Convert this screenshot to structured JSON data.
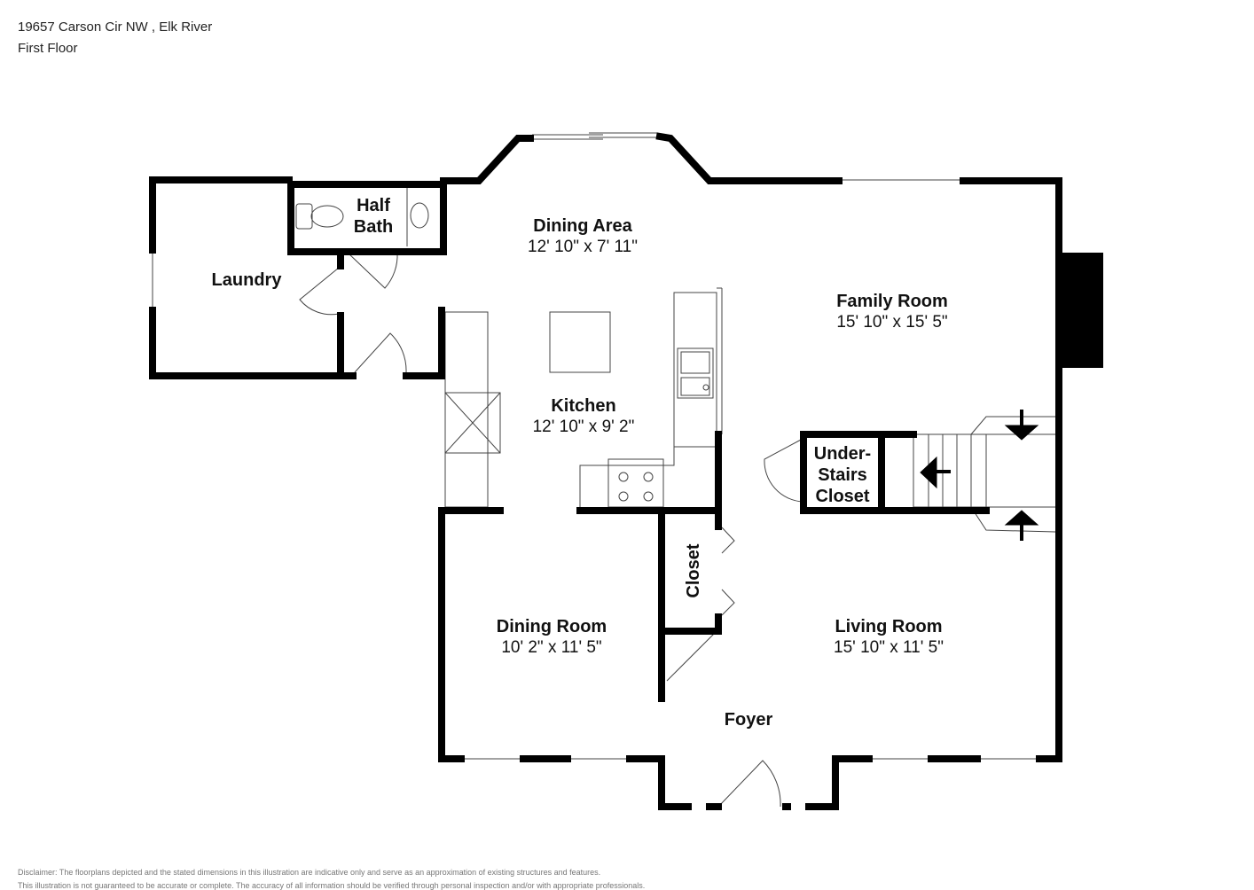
{
  "header": {
    "address": "19657 Carson Cir NW , Elk River",
    "floor": "First Floor"
  },
  "rooms": {
    "half_bath": {
      "line1": "Half",
      "line2": "Bath"
    },
    "laundry": {
      "name": "Laundry"
    },
    "dining_area": {
      "name": "Dining Area",
      "dims": "12' 10\" x 7' 11\""
    },
    "family_room": {
      "name": "Family Room",
      "dims": "15' 10\" x 15' 5\""
    },
    "kitchen": {
      "name": "Kitchen",
      "dims": "12' 10\" x 9' 2\""
    },
    "under_stairs": {
      "line1": "Under-",
      "line2": "Stairs",
      "line3": "Closet"
    },
    "closet": {
      "name": "Closet"
    },
    "dining_room": {
      "name": "Dining Room",
      "dims": "10' 2\" x 11' 5\""
    },
    "living_room": {
      "name": "Living Room",
      "dims": "15' 10\" x 11' 5\""
    },
    "foyer": {
      "name": "Foyer"
    }
  },
  "disclaimer": {
    "line1": "Disclaimer: The floorplans depicted and the stated dimensions in this illustration are indicative only and serve as an approximation of existing structures and features.",
    "line2": "This illustration is not guaranteed to be accurate or complete. The accuracy of all information should be verified through personal inspection and/or with appropriate professionals."
  }
}
